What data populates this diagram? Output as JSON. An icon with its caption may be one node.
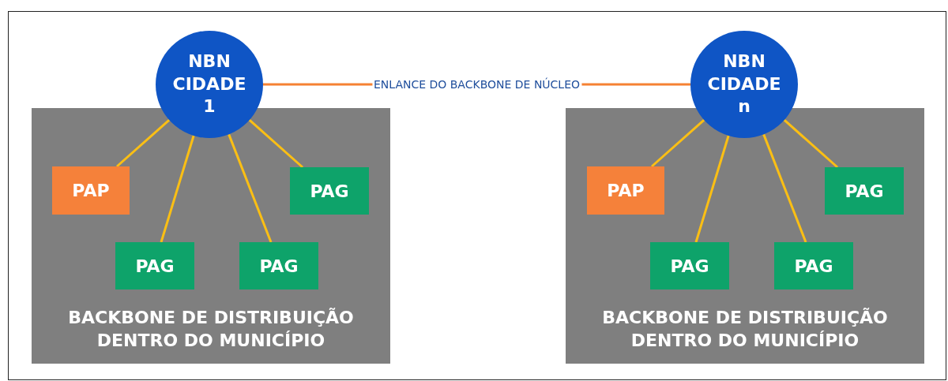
{
  "diagram": {
    "nodes": [
      {
        "text": [
          "BACKBONE DE DISTRIBUIÇÃO DENTRO DO MUNICÍPIO"
        ]
      },
      {
        "text": [
          "NBN CIDADE 1"
        ]
      },
      {
        "text": [
          "PAP"
        ],
        "in": 0
      },
      {
        "text": [
          "PAG"
        ],
        "in": 0
      },
      {
        "text": [
          "PAG"
        ],
        "in": 0
      },
      {
        "text": [
          "PAG"
        ],
        "in": 0
      },
      {
        "text": [
          "BACKBONE DE DISTRIBUIÇÃO DENTRO DO MUNICÍPIO"
        ]
      },
      {
        "text": [
          "NBN CIDADE n"
        ]
      },
      {
        "text": [
          "PAP"
        ],
        "in": 6
      },
      {
        "text": [
          "PAG"
        ],
        "in": 6
      },
      {
        "text": [
          "PAG"
        ],
        "in": 6
      },
      {
        "text": [
          "PAG"
        ],
        "in": 6
      }
    ],
    "edges": [
      {
        "from": 1,
        "to": 7,
        "arrow": "none",
        "label": "ENLANCE DO BACKBONE DE NÚCLEO",
        "color": "#f58133"
      },
      {
        "from": 1,
        "to": 2,
        "arrow": "none"
      },
      {
        "from": 1,
        "to": 3,
        "arrow": "none"
      },
      {
        "from": 1,
        "to": 4,
        "arrow": "none"
      },
      {
        "from": 1,
        "to": 5,
        "arrow": "none"
      },
      {
        "from": 7,
        "to": 8,
        "arrow": "none"
      },
      {
        "from": 7,
        "to": 9,
        "arrow": "none"
      },
      {
        "from": 7,
        "to": 10,
        "arrow": "none"
      },
      {
        "from": 7,
        "to": 11,
        "arrow": "none"
      }
    ]
  }
}
